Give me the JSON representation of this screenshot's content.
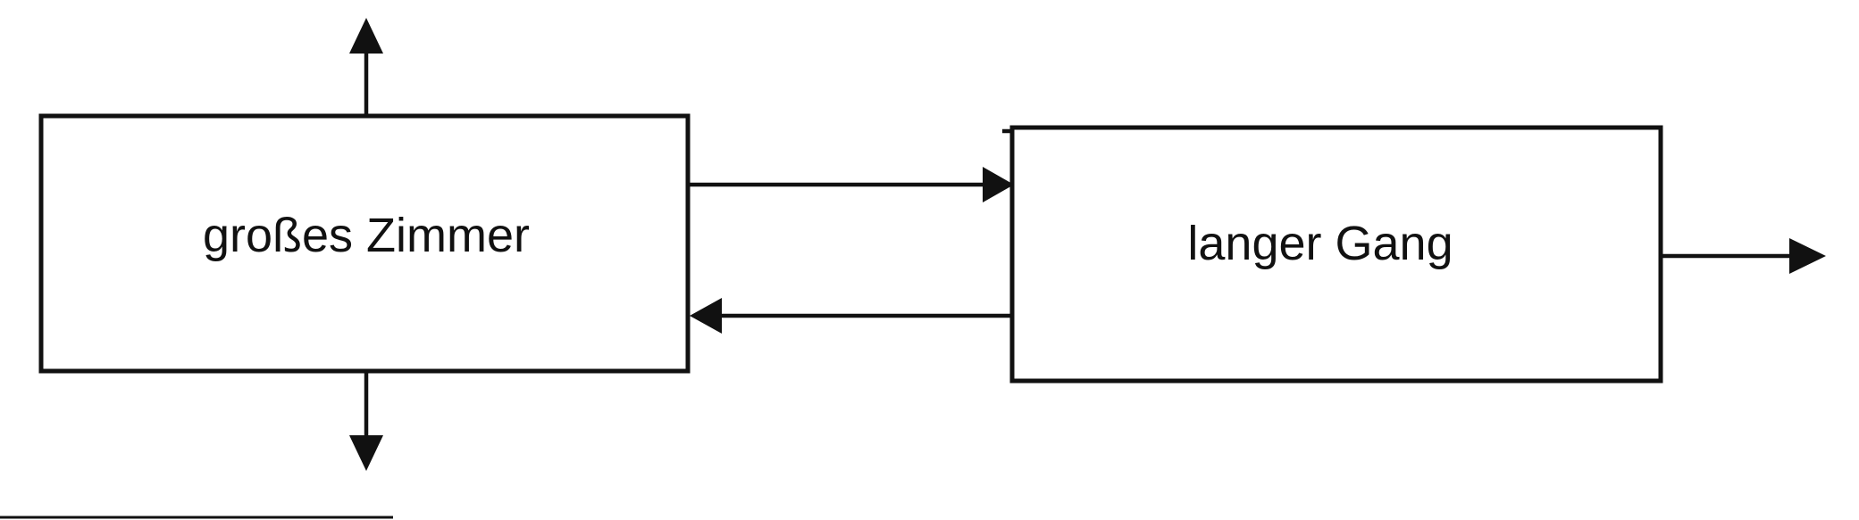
{
  "diagram": {
    "nodes": [
      {
        "id": "grosses-zimmer",
        "label": "großes Zimmer"
      },
      {
        "id": "langer-gang",
        "label": "langer Gang"
      }
    ],
    "edges": [
      {
        "from": "grosses-zimmer",
        "to": "outside-up"
      },
      {
        "from": "grosses-zimmer",
        "to": "outside-down"
      },
      {
        "from": "grosses-zimmer",
        "to": "langer-gang"
      },
      {
        "from": "langer-gang",
        "to": "grosses-zimmer"
      },
      {
        "from": "langer-gang",
        "to": "outside-right"
      }
    ]
  }
}
